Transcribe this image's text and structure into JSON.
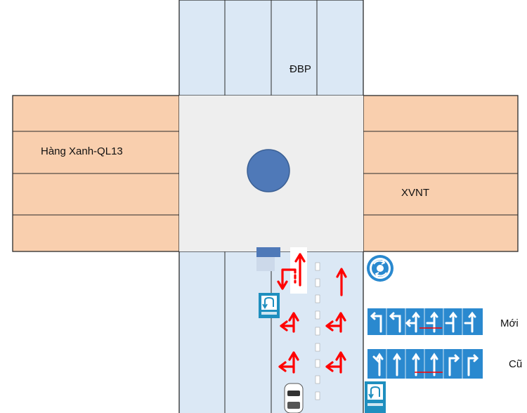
{
  "labels": {
    "north_road": "ĐBP",
    "west_road": "Hàng Xanh-QL13",
    "east_road": "XVNT",
    "new_row": "Mới",
    "old_row": "Cũ"
  },
  "signs": {
    "roundabout": "roundabout-icon",
    "uturn_sign_text": "CHỖ QUAY XE",
    "new_lane_signs": [
      "turn-left-only",
      "turn-left-only",
      "left-straight-left",
      "straight-left",
      "straight-left",
      "straight-left"
    ],
    "old_lane_signs": [
      "left-straight",
      "straight",
      "straight",
      "straight",
      "right-turn",
      "right-turn"
    ]
  },
  "colors": {
    "vertical_road": "#dbe8f5",
    "horizontal_road": "#f9cfae",
    "intersection": "#eeeeee",
    "roundabout_island": "#4f79b8",
    "arrow": "#ff0000",
    "sign_blue": "#2a89cf"
  }
}
